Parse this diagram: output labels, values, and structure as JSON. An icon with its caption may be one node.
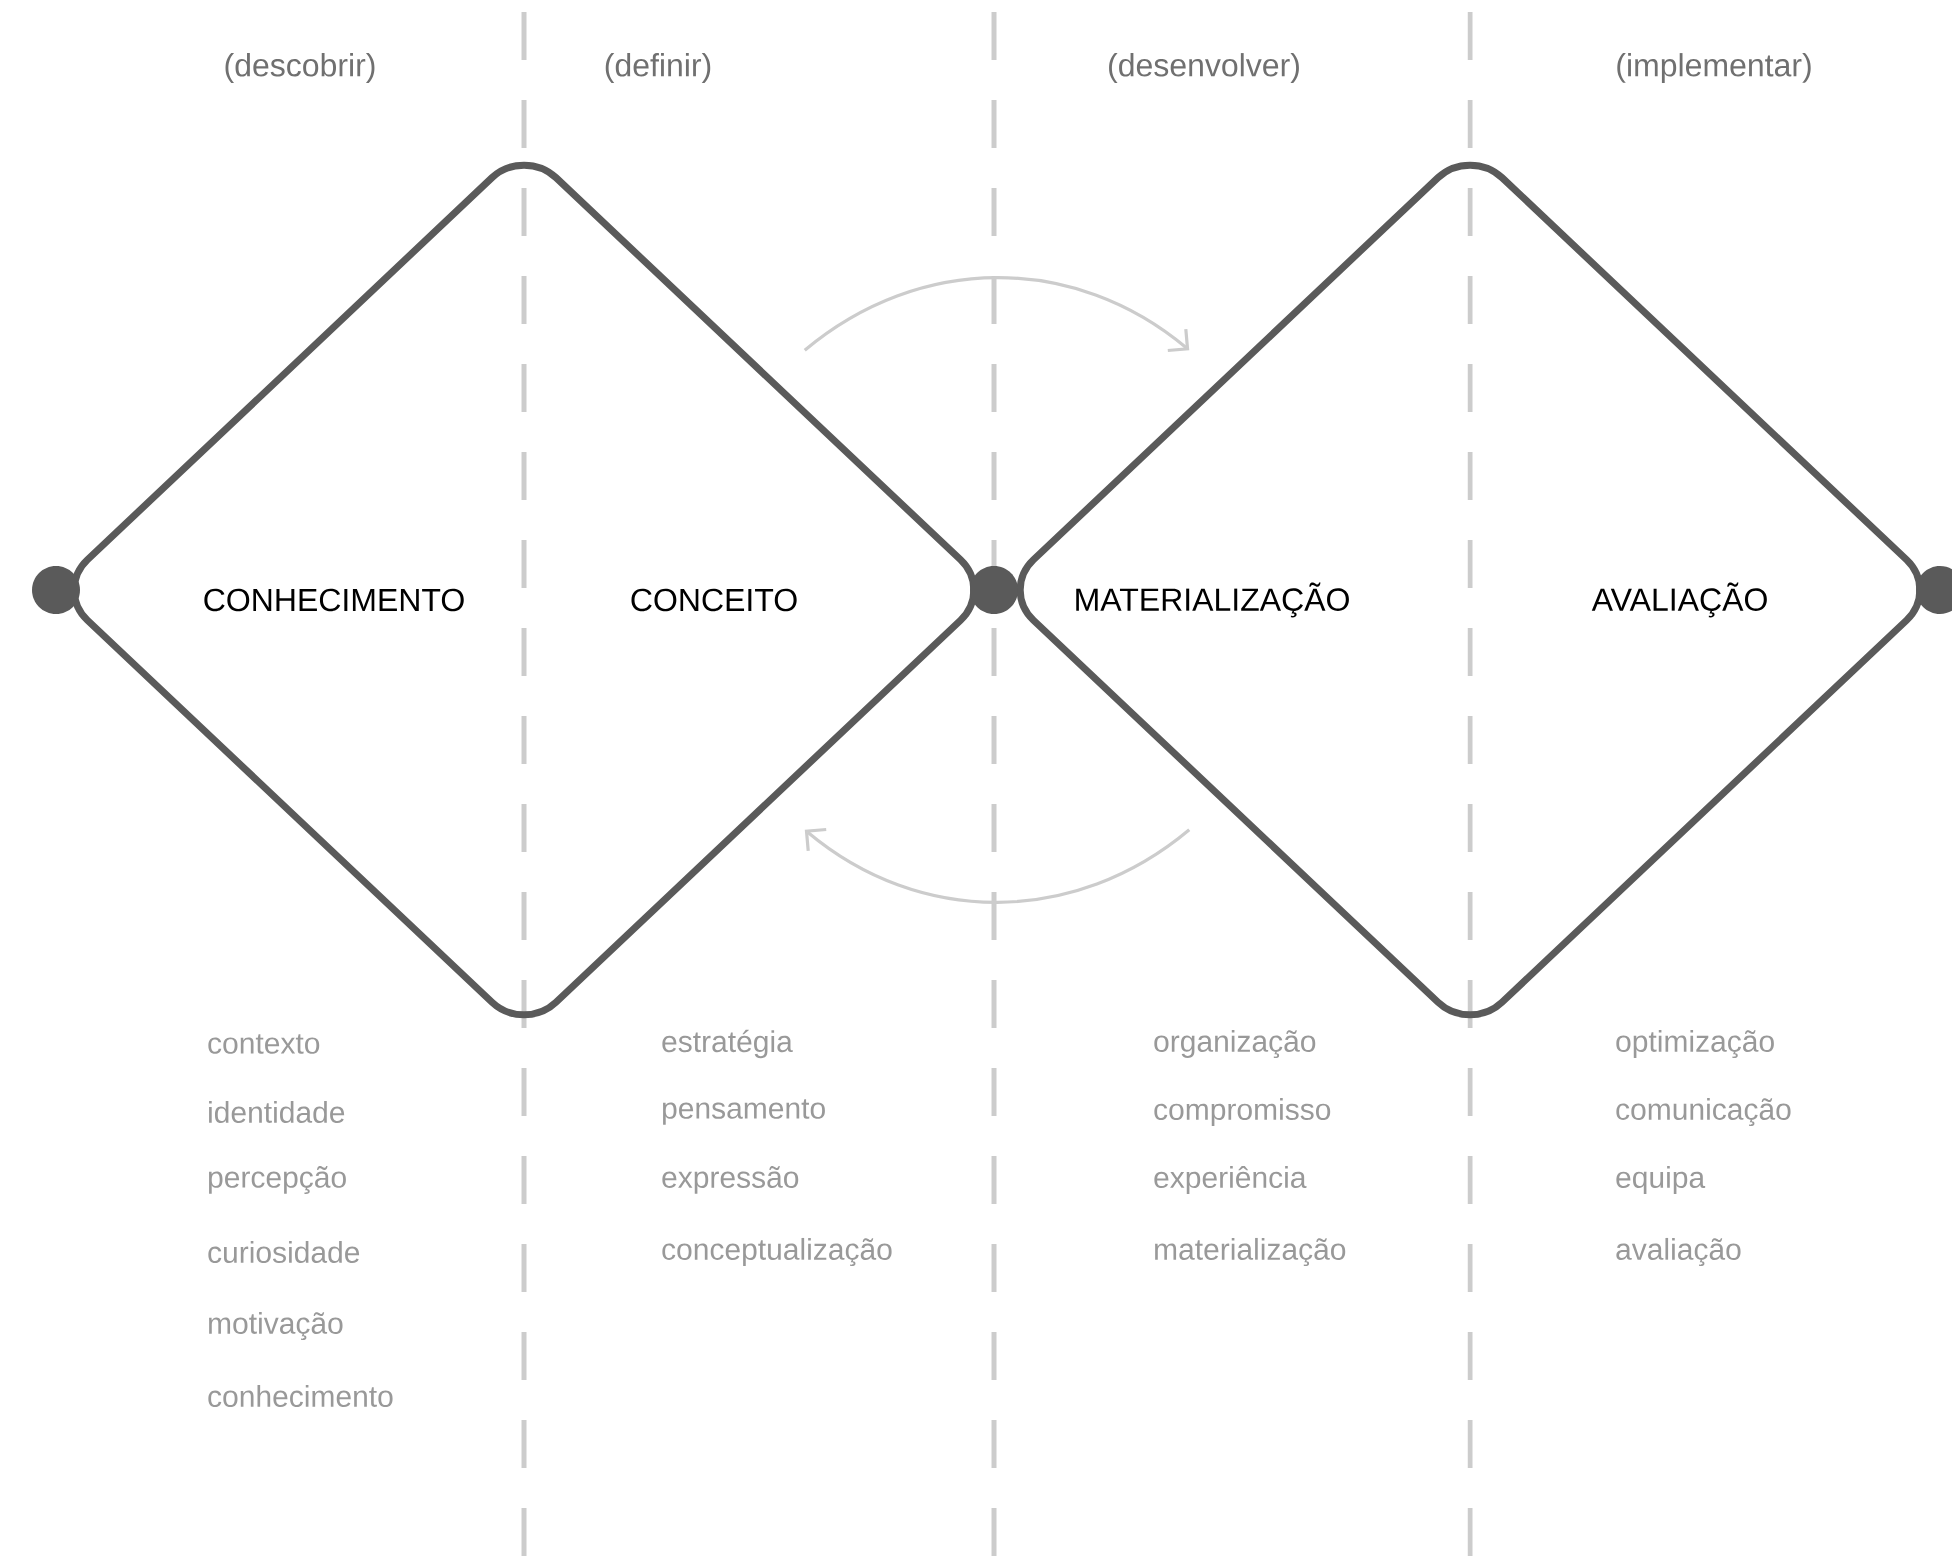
{
  "diagram": {
    "nodes": [
      {
        "text": [
          "CONHECIMENTO",
          "CONCEITO"
        ]
      },
      {
        "text": [
          "MATERIALIZAÇÃO",
          "AVALIAÇÃO"
        ]
      }
    ],
    "edges": [
      {
        "from": 0,
        "to": 1,
        "arrow": "to"
      },
      {
        "from": 1,
        "to": 0,
        "arrow": "to"
      }
    ],
    "labels": [
      "(descobrir)",
      "(definir)",
      "(desenvolver)",
      "(implementar)",
      "contexto",
      "identidade",
      "percepção",
      "curiosidade",
      "motivação",
      "conhecimento",
      "estratégia",
      "pensamento",
      "expressão",
      "conceptualização",
      "organização",
      "compromisso",
      "experiência",
      "materialização",
      "optimização",
      "comunicação",
      "equipa",
      "avaliação"
    ]
  }
}
